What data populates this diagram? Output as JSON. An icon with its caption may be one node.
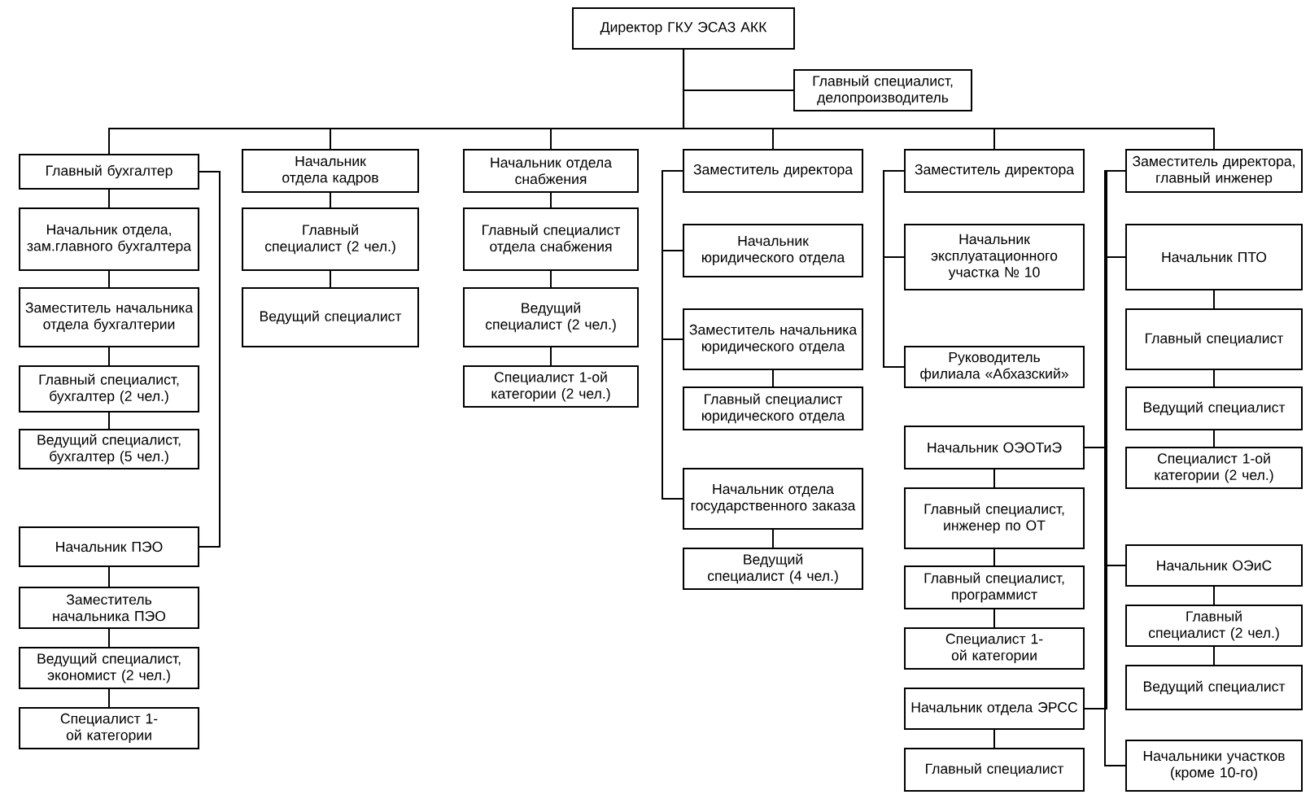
{
  "diagram": {
    "nodes": [
      {
        "text": [
          "Директор ГКУ ЭСАЗ АКК"
        ]
      },
      {
        "text": [
          "Главный специалист, делопроизводитель"
        ]
      },
      {
        "text": [
          "Главный бухгалтер"
        ]
      },
      {
        "text": [
          "Начальник отдела, зам.главного бухгалтера"
        ]
      },
      {
        "text": [
          "Заместитель начальника отдела бухгалтерии"
        ]
      },
      {
        "text": [
          "Главный специалист, бухгалтер (2 чел.)"
        ]
      },
      {
        "text": [
          "Ведущий специалист, бухгалтер (5 чел.)"
        ]
      },
      {
        "text": [
          "Начальник ПЭО"
        ]
      },
      {
        "text": [
          "Заместитель начальника ПЭО"
        ]
      },
      {
        "text": [
          "Ведущий специалист, экономист (2 чел.)"
        ]
      },
      {
        "text": [
          "Специалист 1-ой категории"
        ]
      },
      {
        "text": [
          "Начальник отдела кадров"
        ]
      },
      {
        "text": [
          "Главный специалист (2 чел.)"
        ]
      },
      {
        "text": [
          "Ведущий специалист"
        ]
      },
      {
        "text": [
          "Начальник отдела снабжения"
        ]
      },
      {
        "text": [
          "Главный специалист отдела снабжения"
        ]
      },
      {
        "text": [
          "Ведущий специалист (2 чел.)"
        ]
      },
      {
        "text": [
          "Специалист 1-ой категории (2 чел.)"
        ]
      },
      {
        "text": [
          "Заместитель директора"
        ]
      },
      {
        "text": [
          "Начальник юридического отдела"
        ]
      },
      {
        "text": [
          "Заместитель начальника юридического отдела"
        ]
      },
      {
        "text": [
          "Главный специалист юридического отдела"
        ]
      },
      {
        "text": [
          "Начальник отдела государственного заказа"
        ]
      },
      {
        "text": [
          "Ведущий специалист (4 чел.)"
        ]
      },
      {
        "text": [
          "Заместитель директора"
        ]
      },
      {
        "text": [
          "Начальник эксплуатационного участка № 10"
        ]
      },
      {
        "text": [
          "Руководитель филиала «Абхазский»"
        ]
      },
      {
        "text": [
          "Начальник ОЭОТиЭ"
        ]
      },
      {
        "text": [
          "Главный специалист, инженер по ОТ"
        ]
      },
      {
        "text": [
          "Главный специалист, программист"
        ]
      },
      {
        "text": [
          "Специалист 1-ой категории"
        ]
      },
      {
        "text": [
          "Начальник отдела ЭРСС"
        ]
      },
      {
        "text": [
          "Главный специалист"
        ]
      },
      {
        "text": [
          "Заместитель директора, главный инженер"
        ]
      },
      {
        "text": [
          "Начальник ПТО"
        ]
      },
      {
        "text": [
          "Главный специалист"
        ]
      },
      {
        "text": [
          "Ведущий специалист"
        ]
      },
      {
        "text": [
          "Специалист 1-ой категории (2 чел.)"
        ]
      },
      {
        "text": [
          "Начальник ОЭиС"
        ]
      },
      {
        "text": [
          "Главный специалист (2 чел.)"
        ]
      },
      {
        "text": [
          "Ведущий специалист"
        ]
      },
      {
        "text": [
          "Начальники участков (кроме 10-го)"
        ]
      }
    ],
    "edges": [
      {
        "from": 0,
        "to": 1,
        "arrow": "none"
      },
      {
        "from": 0,
        "to": 2,
        "arrow": "none"
      },
      {
        "from": 0,
        "to": 11,
        "arrow": "none"
      },
      {
        "from": 0,
        "to": 14,
        "arrow": "none"
      },
      {
        "from": 0,
        "to": 18,
        "arrow": "none"
      },
      {
        "from": 0,
        "to": 24,
        "arrow": "none"
      },
      {
        "from": 0,
        "to": 33,
        "arrow": "none"
      },
      {
        "from": 2,
        "to": 3,
        "arrow": "none"
      },
      {
        "from": 3,
        "to": 4,
        "arrow": "none"
      },
      {
        "from": 4,
        "to": 5,
        "arrow": "none"
      },
      {
        "from": 5,
        "to": 6,
        "arrow": "none"
      },
      {
        "from": 2,
        "to": 7,
        "arrow": "none"
      },
      {
        "from": 7,
        "to": 8,
        "arrow": "none"
      },
      {
        "from": 8,
        "to": 9,
        "arrow": "none"
      },
      {
        "from": 9,
        "to": 10,
        "arrow": "none"
      },
      {
        "from": 11,
        "to": 12,
        "arrow": "none"
      },
      {
        "from": 12,
        "to": 13,
        "arrow": "none"
      },
      {
        "from": 14,
        "to": 15,
        "arrow": "none"
      },
      {
        "from": 15,
        "to": 16,
        "arrow": "none"
      },
      {
        "from": 16,
        "to": 17,
        "arrow": "none"
      },
      {
        "from": 18,
        "to": 19,
        "arrow": "none"
      },
      {
        "from": 19,
        "to": 20,
        "arrow": "none"
      },
      {
        "from": 20,
        "to": 21,
        "arrow": "none"
      },
      {
        "from": 18,
        "to": 22,
        "arrow": "none"
      },
      {
        "from": 22,
        "to": 23,
        "arrow": "none"
      },
      {
        "from": 24,
        "to": 25,
        "arrow": "none"
      },
      {
        "from": 24,
        "to": 26,
        "arrow": "none"
      },
      {
        "from": 27,
        "to": 28,
        "arrow": "none"
      },
      {
        "from": 28,
        "to": 29,
        "arrow": "none"
      },
      {
        "from": 29,
        "to": 30,
        "arrow": "none"
      },
      {
        "from": 31,
        "to": 32,
        "arrow": "none"
      },
      {
        "from": 33,
        "to": 34,
        "arrow": "none"
      },
      {
        "from": 34,
        "to": 35,
        "arrow": "none"
      },
      {
        "from": 35,
        "to": 36,
        "arrow": "none"
      },
      {
        "from": 36,
        "to": 37,
        "arrow": "none"
      },
      {
        "from": 33,
        "to": 27,
        "arrow": "none"
      },
      {
        "from": 33,
        "to": 38,
        "arrow": "none"
      },
      {
        "from": 38,
        "to": 39,
        "arrow": "none"
      },
      {
        "from": 39,
        "to": 40,
        "arrow": "none"
      },
      {
        "from": 33,
        "to": 31,
        "arrow": "none"
      },
      {
        "from": 33,
        "to": 41,
        "arrow": "none"
      }
    ]
  }
}
